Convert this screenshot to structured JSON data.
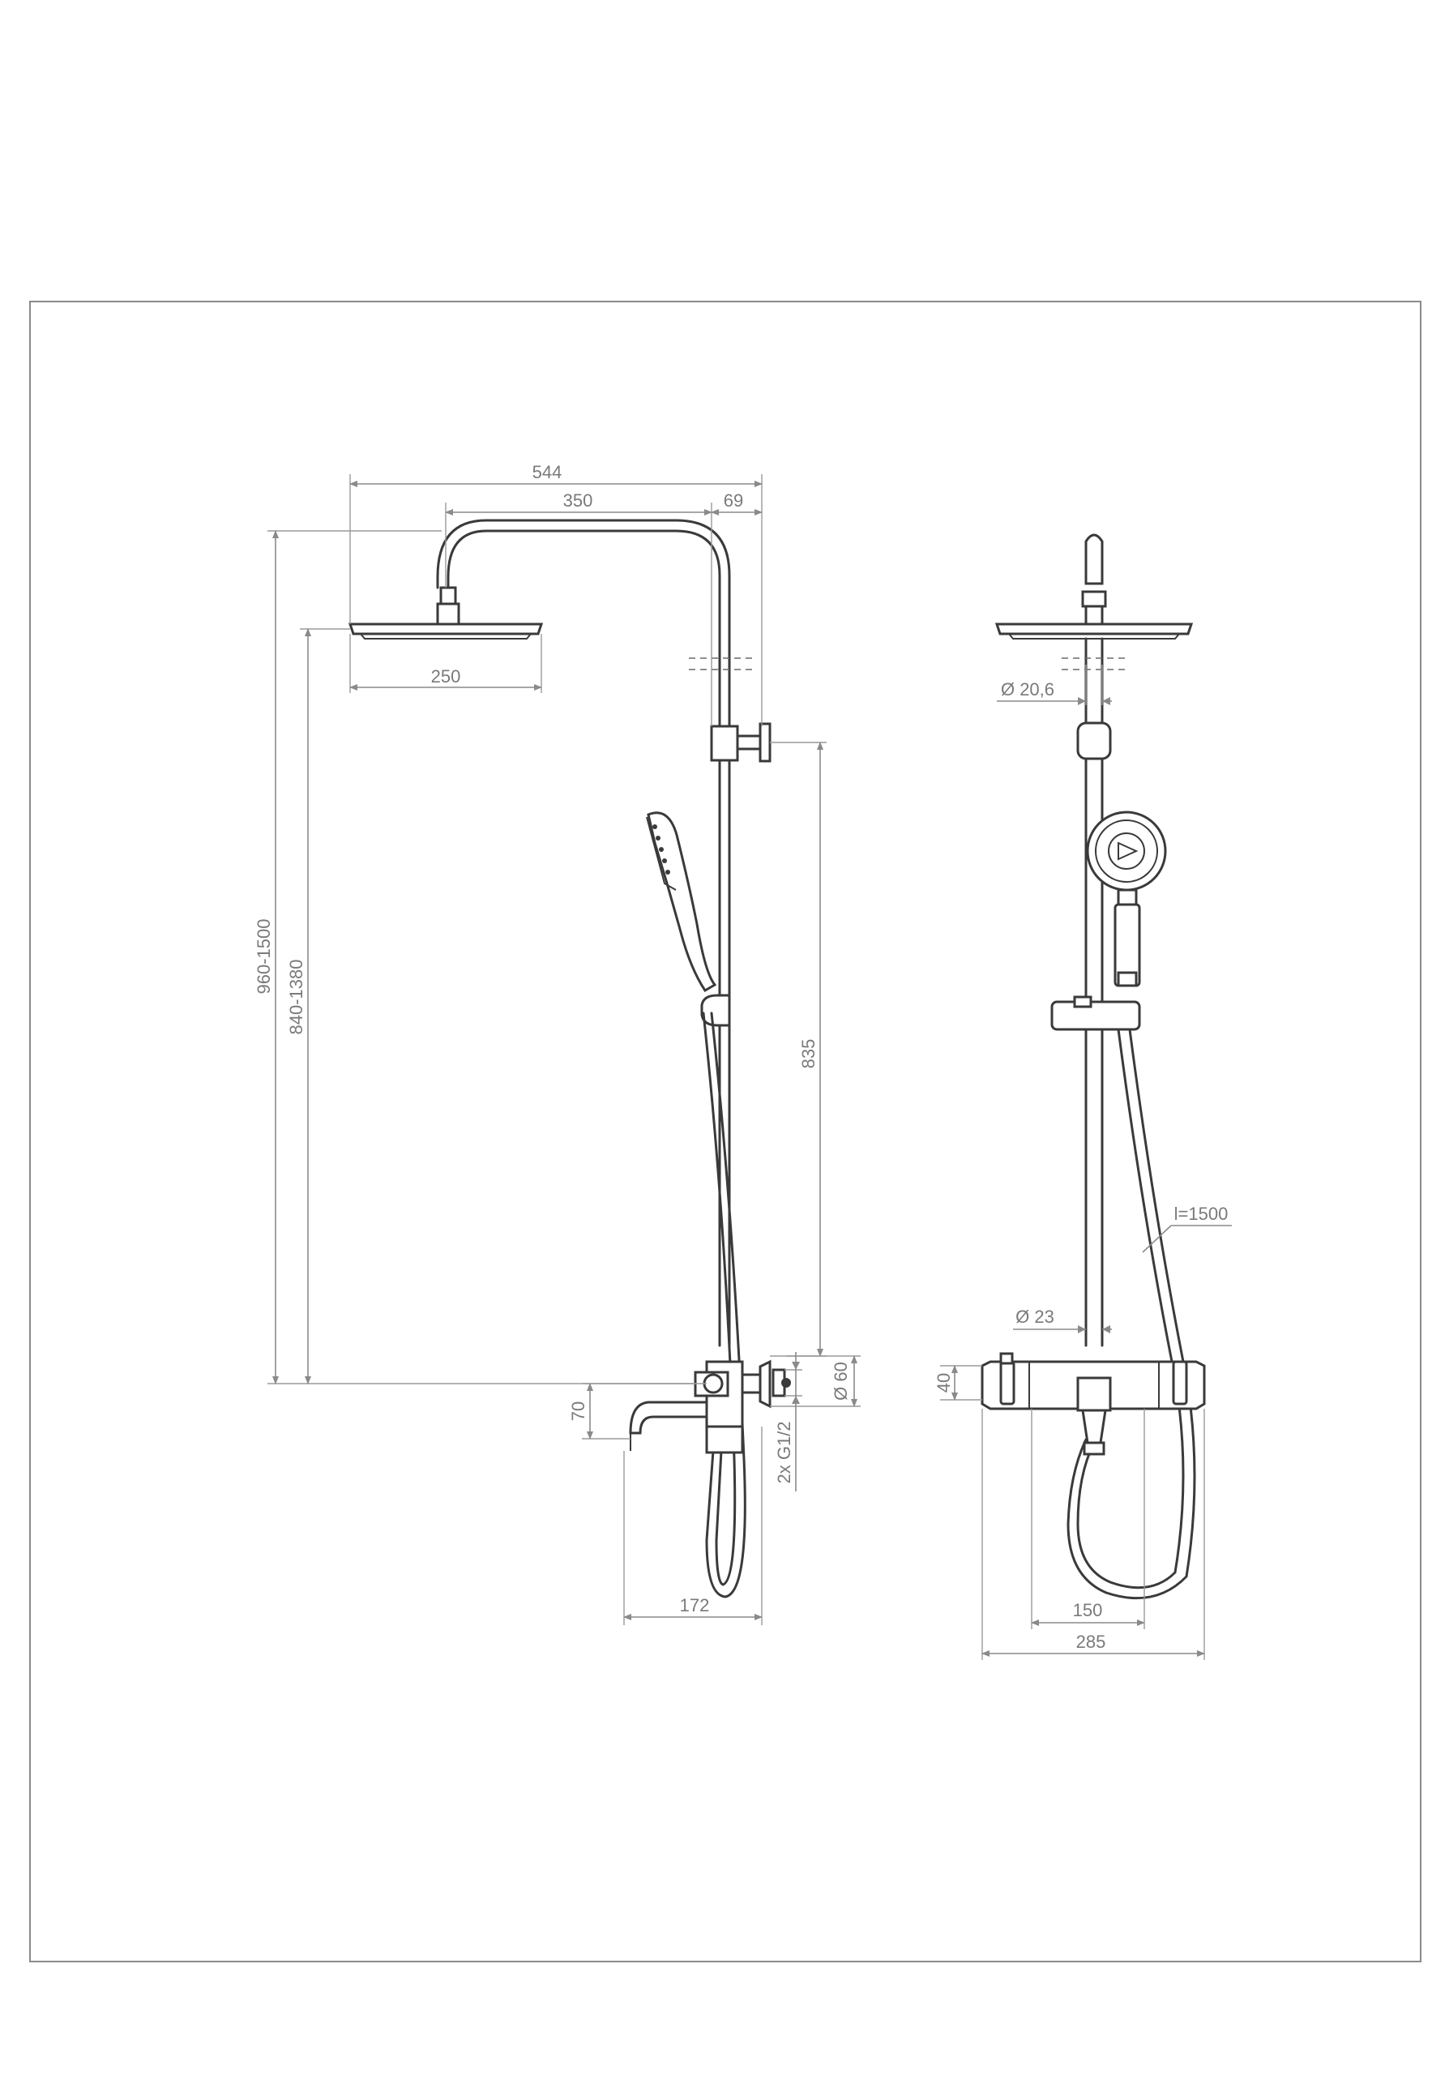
{
  "dimensions": {
    "front": {
      "total_width": "544",
      "arm_reach": "350",
      "wall_offset": "69",
      "head_width": "250",
      "total_height": "960-1500",
      "head_height": "840-1380",
      "bracket_height": "835",
      "spout_height": "70",
      "valve_diameter": "Ø 60",
      "connection": "2x G1/2",
      "spout_projection": "172"
    },
    "side": {
      "arm_diameter": "Ø 20,6",
      "riser_diameter": "Ø 23",
      "hose_length": "l=1500",
      "mixer_height": "40",
      "inlet_spacing": "150",
      "mixer_width": "285"
    }
  }
}
